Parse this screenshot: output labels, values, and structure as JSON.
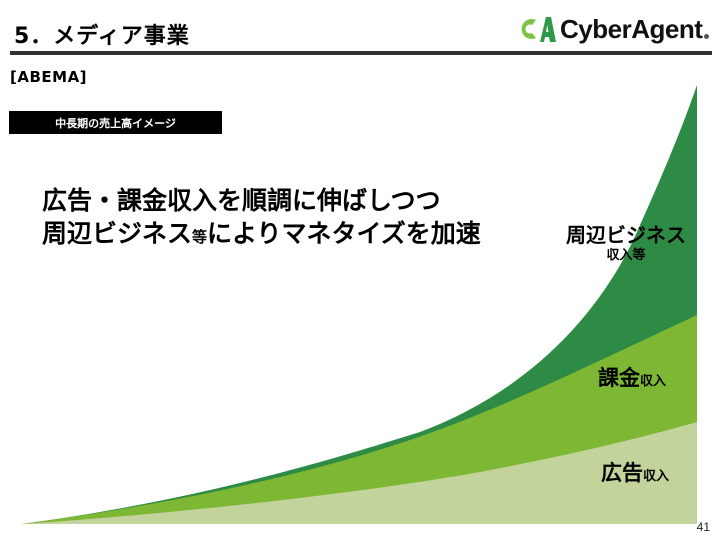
{
  "header": {
    "section_title": "5．メディア事業",
    "logo": {
      "text": "CyberAgent",
      "mark_colors": {
        "c": "#7cc243",
        "a": "#2e9a48"
      }
    }
  },
  "subsection": "[ABEMA]",
  "label_box": "中長期の売上高イメージ",
  "headline": {
    "line1": "広告・課金収入を順調に伸ばしつつ",
    "line2_part1": "周辺ビジネス",
    "line2_small": "等",
    "line2_part2": "によりマネタイズを加速"
  },
  "series_labels": {
    "business": {
      "main": "周辺ビジネス",
      "sub": "収入等"
    },
    "kakin": {
      "main": "課金",
      "suffix": "収入"
    },
    "koukoku": {
      "main": "広告",
      "suffix": "収入"
    }
  },
  "page_number": "41",
  "colors": {
    "business": "#2e8b45",
    "kakin": "#7db733",
    "koukoku": "#c2d39b",
    "rule": "#333333"
  },
  "chart_data": {
    "type": "area",
    "stacked": true,
    "title": "中長期の売上高イメージ",
    "xlabel": "",
    "ylabel": "",
    "x": [
      0,
      0.25,
      0.5,
      0.65,
      0.8,
      0.9,
      1.0
    ],
    "series": [
      {
        "name": "広告収入",
        "color": "#c2d39b",
        "values": [
          0,
          6,
          14,
          22,
          40,
          72,
          102
        ]
      },
      {
        "name": "課金収入",
        "color": "#7db733",
        "values": [
          0,
          6,
          18,
          30,
          47,
          72,
          107
        ]
      },
      {
        "name": "周辺ビジネス収入等",
        "color": "#2e8b45",
        "values": [
          0,
          0,
          0,
          6,
          40,
          105,
          230
        ]
      }
    ],
    "notes": "Illustrative image; no axes, ticks or numeric labels shown. Values are relative heights in pixels estimated from the figure.",
    "grid": false,
    "legend": "inline labels on right"
  }
}
